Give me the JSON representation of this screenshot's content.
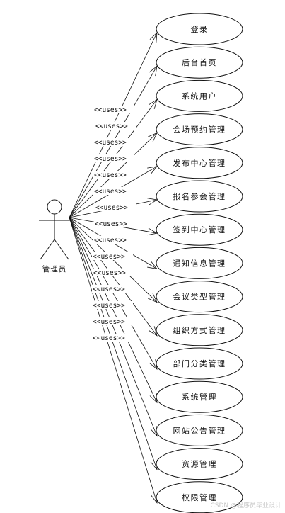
{
  "actor": {
    "name": "管理员"
  },
  "stereotype": "<<uses>>",
  "use_cases": [
    "登录",
    "后台首页",
    "系统用户",
    "会场预约管理",
    "发布中心管理",
    "报名参会管理",
    "签到中心管理",
    "通知信息管理",
    "会议类型管理",
    "组织方式管理",
    "部门分类管理",
    "系统管理",
    "网站公告管理",
    "资源管理",
    "权限管理"
  ],
  "stereotype_count": 15,
  "watermark": "CSDN @程序员毕业设计"
}
